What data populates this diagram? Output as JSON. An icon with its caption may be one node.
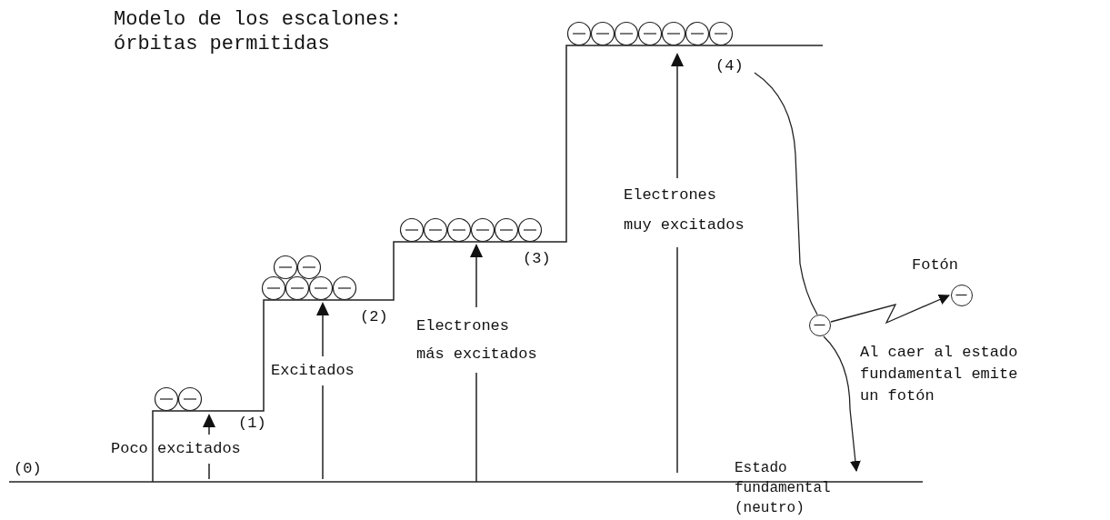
{
  "diagram": {
    "title": "Modelo de los escalones: órbitas permitidas",
    "nodes": [
      {
        "text": [],
        "shape": "circle"
      },
      {
        "text": [],
        "shape": "circle"
      }
    ],
    "edges": [
      {
        "from": null,
        "to": 0,
        "arrow": "none"
      },
      {
        "from": 0,
        "to": null,
        "arrow": "to"
      },
      {
        "from": 0,
        "to": 1,
        "arrow": "to"
      }
    ],
    "labels": [
      "(4)",
      "Electrones muy excitados",
      "(3)",
      "Fotón",
      "(2)",
      "Electrones más excitados",
      "Excitados",
      "Al caer al estado fundamental emite un fotón",
      "(1)",
      "Poco excitados",
      "(0)",
      "Estado fundamental (neutro)"
    ]
  }
}
